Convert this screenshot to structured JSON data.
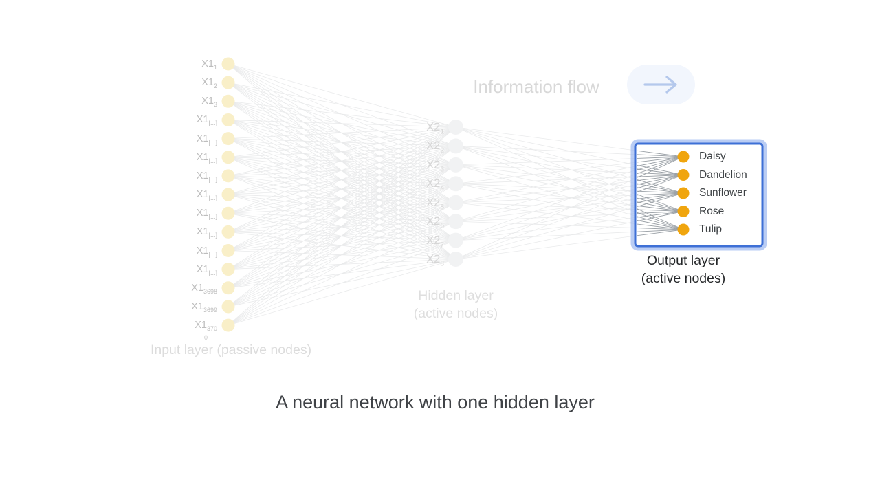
{
  "title": "A neural network with one hidden layer",
  "info_flow": {
    "label": "Information flow"
  },
  "captions": {
    "output": [
      "Output layer",
      "(active nodes)"
    ],
    "hidden": [
      "Hidden layer",
      "(active nodes)"
    ],
    "input": [
      "Input layer (passive nodes)"
    ]
  },
  "network": {
    "input_nodes": [
      {
        "base": "X1",
        "sub": "1"
      },
      {
        "base": "X1",
        "sub": "2"
      },
      {
        "base": "X1",
        "sub": "3"
      },
      {
        "base": "X1",
        "sub": "[...]"
      },
      {
        "base": "X1",
        "sub": "[...]"
      },
      {
        "base": "X1",
        "sub": "[...]"
      },
      {
        "base": "X1",
        "sub": "[...]"
      },
      {
        "base": "X1",
        "sub": "[...]"
      },
      {
        "base": "X1",
        "sub": "[...]"
      },
      {
        "base": "X1",
        "sub": "[...]"
      },
      {
        "base": "X1",
        "sub": "[...]"
      },
      {
        "base": "X1",
        "sub": "[...]"
      },
      {
        "base": "X1",
        "sub": "3698"
      },
      {
        "base": "X1",
        "sub": "3699"
      },
      {
        "base": "X1",
        "sub": "370",
        "sub_wrap": "0"
      }
    ],
    "hidden_nodes": [
      {
        "base": "X2",
        "sub": "1"
      },
      {
        "base": "X2",
        "sub": "2"
      },
      {
        "base": "X2",
        "sub": "3"
      },
      {
        "base": "X2",
        "sub": "4"
      },
      {
        "base": "X2",
        "sub": "5"
      },
      {
        "base": "X2",
        "sub": "6"
      },
      {
        "base": "X2",
        "sub": "7"
      },
      {
        "base": "X2",
        "sub": "8"
      }
    ],
    "output_nodes": [
      {
        "label": "Daisy"
      },
      {
        "label": "Dandelion"
      },
      {
        "label": "Sunflower"
      },
      {
        "label": "Rose"
      },
      {
        "label": "Tulip"
      }
    ]
  },
  "colors": {
    "input_node": "#f9efc8",
    "hidden_node": "#f1f2f3",
    "output_node": "#f0a50e",
    "connection_faint": "#e9eaeb",
    "connection_active": "#9aa0a6",
    "box_border": "#3e70d6",
    "box_glow": "#9db8f0",
    "arrow": "#b4c8ec",
    "pill_bg": "#f2f6fd"
  }
}
